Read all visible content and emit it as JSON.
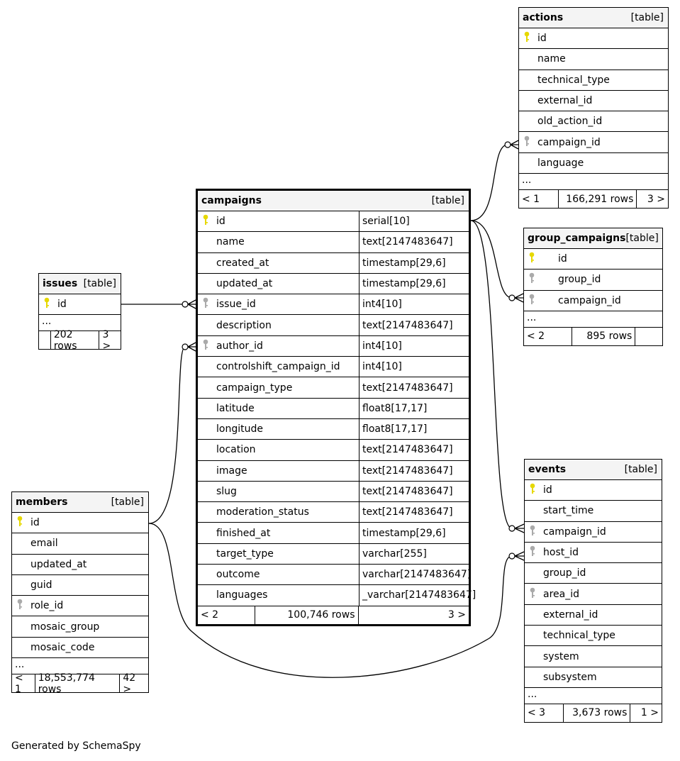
{
  "footer_text": "Generated by SchemaSpy",
  "colors": {
    "primary_key": "#e6d800",
    "foreign_key": "#aaaaaa",
    "header_bg": "#f4f4f4"
  },
  "tables": [
    {
      "name": "actions",
      "kind": "[table]",
      "columns": [
        {
          "name": "id",
          "key": "pk"
        },
        {
          "name": "name",
          "key": ""
        },
        {
          "name": "technical_type",
          "key": ""
        },
        {
          "name": "external_id",
          "key": ""
        },
        {
          "name": "old_action_id",
          "key": ""
        },
        {
          "name": "campaign_id",
          "key": "fk"
        },
        {
          "name": "language",
          "key": ""
        }
      ],
      "more": "...",
      "footer": [
        "< 1",
        "166,291 rows",
        "3 >"
      ]
    },
    {
      "name": "campaigns",
      "kind": "[table]",
      "columns": [
        {
          "name": "id",
          "key": "pk",
          "type": "serial[10]"
        },
        {
          "name": "name",
          "key": "",
          "type": "text[2147483647]"
        },
        {
          "name": "created_at",
          "key": "",
          "type": "timestamp[29,6]"
        },
        {
          "name": "updated_at",
          "key": "",
          "type": "timestamp[29,6]"
        },
        {
          "name": "issue_id",
          "key": "fk",
          "type": "int4[10]"
        },
        {
          "name": "description",
          "key": "",
          "type": "text[2147483647]"
        },
        {
          "name": "author_id",
          "key": "fk",
          "type": "int4[10]"
        },
        {
          "name": "controlshift_campaign_id",
          "key": "",
          "type": "int4[10]"
        },
        {
          "name": "campaign_type",
          "key": "",
          "type": "text[2147483647]"
        },
        {
          "name": "latitude",
          "key": "",
          "type": "float8[17,17]"
        },
        {
          "name": "longitude",
          "key": "",
          "type": "float8[17,17]"
        },
        {
          "name": "location",
          "key": "",
          "type": "text[2147483647]"
        },
        {
          "name": "image",
          "key": "",
          "type": "text[2147483647]"
        },
        {
          "name": "slug",
          "key": "",
          "type": "text[2147483647]"
        },
        {
          "name": "moderation_status",
          "key": "",
          "type": "text[2147483647]"
        },
        {
          "name": "finished_at",
          "key": "",
          "type": "timestamp[29,6]"
        },
        {
          "name": "target_type",
          "key": "",
          "type": "varchar[255]"
        },
        {
          "name": "outcome",
          "key": "",
          "type": "varchar[2147483647]"
        },
        {
          "name": "languages",
          "key": "",
          "type": "_varchar[2147483647]"
        }
      ],
      "footer": [
        "< 2",
        "100,746 rows",
        "3 >"
      ]
    },
    {
      "name": "issues",
      "kind": "[table]",
      "columns": [
        {
          "name": "id",
          "key": "pk"
        }
      ],
      "more": "...",
      "footer": [
        "",
        "202 rows",
        "3 >"
      ]
    },
    {
      "name": "group_campaigns",
      "kind": "[table]",
      "columns": [
        {
          "name": "id",
          "key": "pk"
        },
        {
          "name": "group_id",
          "key": "fk"
        },
        {
          "name": "campaign_id",
          "key": "fk"
        }
      ],
      "more": "...",
      "footer": [
        "< 2",
        "895 rows",
        ""
      ]
    },
    {
      "name": "members",
      "kind": "[table]",
      "columns": [
        {
          "name": "id",
          "key": "pk"
        },
        {
          "name": "email",
          "key": ""
        },
        {
          "name": "updated_at",
          "key": ""
        },
        {
          "name": "guid",
          "key": ""
        },
        {
          "name": "role_id",
          "key": "fk"
        },
        {
          "name": "mosaic_group",
          "key": ""
        },
        {
          "name": "mosaic_code",
          "key": ""
        }
      ],
      "more": "...",
      "footer": [
        "< 1",
        "18,553,774 rows",
        "42 >"
      ]
    },
    {
      "name": "events",
      "kind": "[table]",
      "columns": [
        {
          "name": "id",
          "key": "pk"
        },
        {
          "name": "start_time",
          "key": ""
        },
        {
          "name": "campaign_id",
          "key": "fk"
        },
        {
          "name": "host_id",
          "key": "fk"
        },
        {
          "name": "group_id",
          "key": ""
        },
        {
          "name": "area_id",
          "key": "fk"
        },
        {
          "name": "external_id",
          "key": ""
        },
        {
          "name": "technical_type",
          "key": ""
        },
        {
          "name": "system",
          "key": ""
        },
        {
          "name": "subsystem",
          "key": ""
        }
      ],
      "more": "...",
      "footer": [
        "< 3",
        "3,673 rows",
        "1 >"
      ]
    }
  ]
}
